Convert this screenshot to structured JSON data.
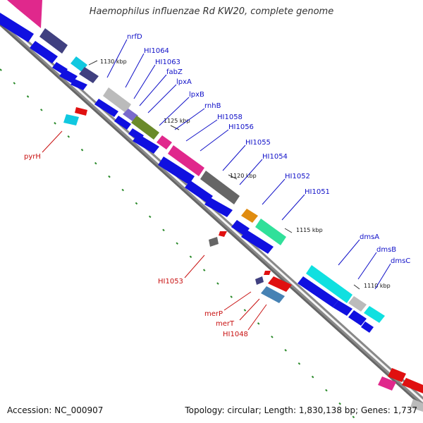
{
  "title": "Haemophilus influenzae Rd KW20, complete genome",
  "footer": {
    "accession": "Accession: NC_000907",
    "summary": "Topology: circular; Length: 1,830,138 bp; Genes: 1,737"
  },
  "colors": {
    "cds_forward": "#1010e0",
    "cds_reverse": "#e01010",
    "backbone": "#808080"
  },
  "kbp_labels": [
    "1130 kbp",
    "1125 kbp",
    "1120 kbp",
    "1115 kbp",
    "1110 kbp"
  ],
  "forward_labels": [
    "nrfD",
    "HI1064",
    "HI1063",
    "fabZ",
    "lpxA",
    "lpxB",
    "rnhB",
    "HI1058",
    "HI1056",
    "HI1055",
    "HI1054",
    "HI1052",
    "HI1051",
    "dmsA",
    "dmsB",
    "dmsC"
  ],
  "reverse_labels": [
    "pyrH",
    "HI1053",
    "merP",
    "merT",
    "HI1048"
  ]
}
